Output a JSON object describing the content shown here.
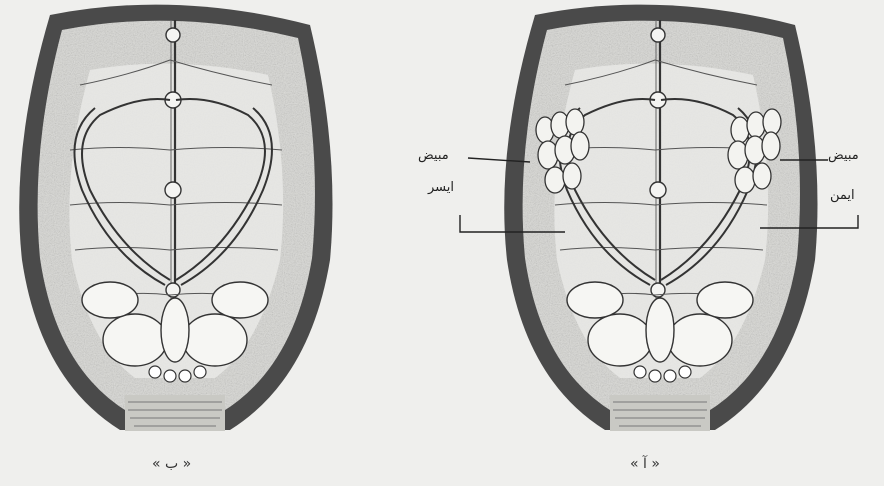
{
  "figures": [
    {
      "caption": "« ب »",
      "labels": []
    },
    {
      "caption": "« آ »",
      "labels": [
        "مبيض",
        "ايسر",
        "مبيض",
        "ايمن"
      ]
    }
  ]
}
